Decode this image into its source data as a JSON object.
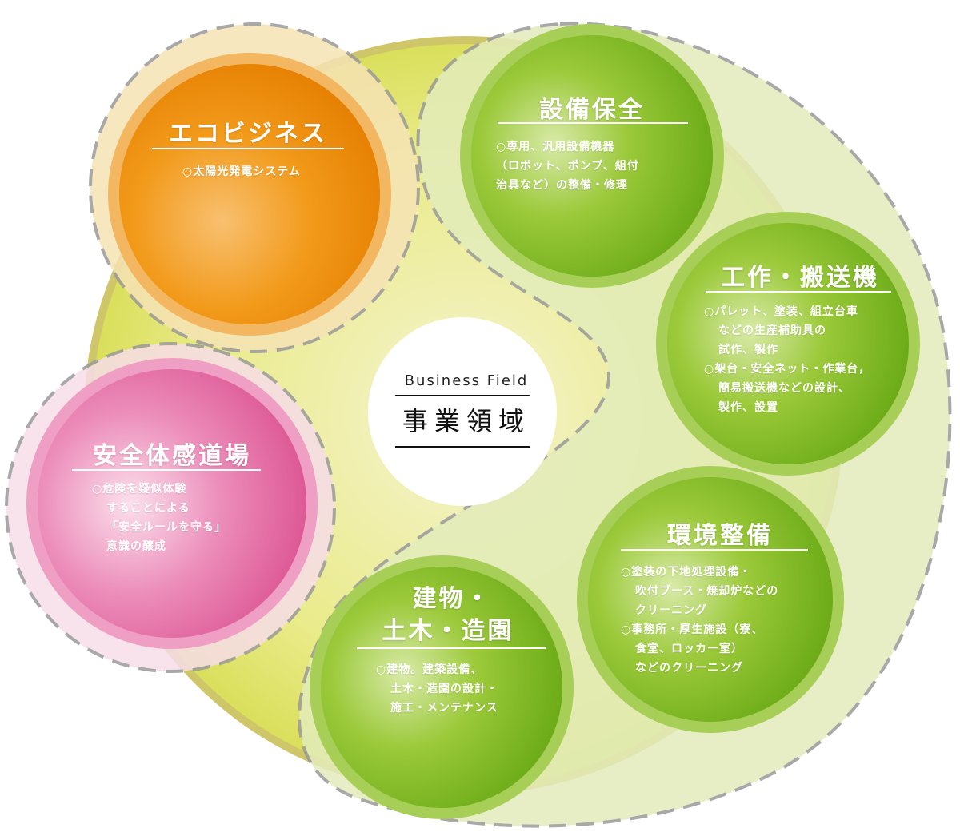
{
  "center": {
    "title_en": "Business Field",
    "title_ja": "事業領域"
  },
  "fields": [
    {
      "title": "エコビジネス",
      "items": [
        "○太陽光発電システム"
      ],
      "color": "#f08c00"
    },
    {
      "title": "設備保全",
      "items": [
        "○専用、汎用設備機器",
        "（ロボット、ポンプ、組付",
        "治具など）の整備・修理"
      ],
      "color": "#7ab51d"
    },
    {
      "title": "工作・搬送機",
      "items": [
        "○パレット、塗装、組立台車",
        "などの生産補助具の",
        "試作、製作",
        "○架台・安全ネット・作業台，",
        "簡易搬送機などの設計、",
        "製作、設置"
      ],
      "color": "#7ab51d"
    },
    {
      "title": "環境整備",
      "items": [
        "○塗装の下地処理設備・",
        "吹付ブース・焼却炉などの",
        "クリーニング",
        "○事務所・厚生施設（寮、",
        "食堂、ロッカー室）",
        "などのクリーニング"
      ],
      "color": "#7ab51d"
    },
    {
      "title_lines": [
        "建物・",
        "土木・造園"
      ],
      "items": [
        "○建物。建築設備、",
        "土木・造園の設計・",
        "施工・メンテナンス"
      ],
      "color": "#7ab51d"
    },
    {
      "title": "安全体感道場",
      "items": [
        "○危険を疑似体験",
        "することによる",
        "「安全ルールを守る」",
        "意識の醸成"
      ],
      "color": "#e0609a"
    }
  ]
}
